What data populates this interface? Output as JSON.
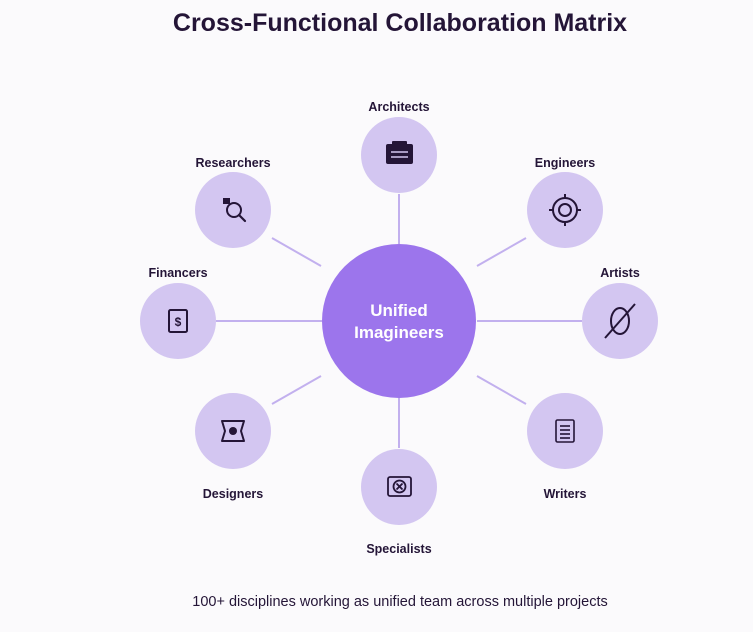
{
  "title": "Cross-Functional Collaboration Matrix",
  "hub": {
    "line1": "Unified",
    "line2": "Imagineers"
  },
  "nodes": [
    {
      "label": "Architects",
      "icon": "briefcase-icon"
    },
    {
      "label": "Engineers",
      "icon": "target-icon"
    },
    {
      "label": "Artists",
      "icon": "slashed-oval-icon"
    },
    {
      "label": "Writers",
      "icon": "document-icon"
    },
    {
      "label": "Specialists",
      "icon": "x-box-icon"
    },
    {
      "label": "Designers",
      "icon": "frame-icon"
    },
    {
      "label": "Financers",
      "icon": "dollar-document-icon"
    },
    {
      "label": "Researchers",
      "icon": "magnifier-icon"
    }
  ],
  "footer": "100+ disciplines working as unified team across multiple projects",
  "colors": {
    "hub": "#9c75ec",
    "node": "#d3c6f1",
    "connector": "#c2b0ee",
    "icon": "#241537",
    "text": "#241537"
  }
}
